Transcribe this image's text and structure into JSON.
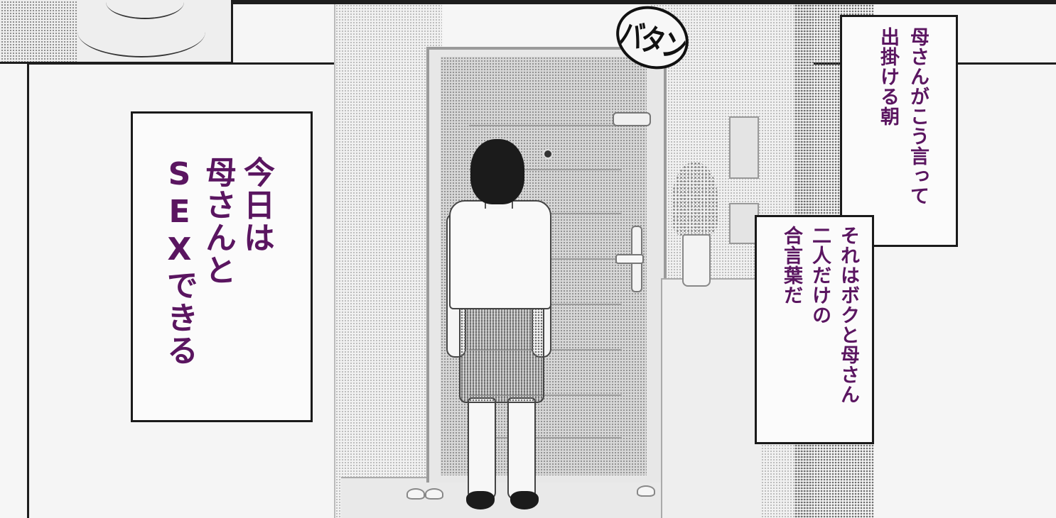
{
  "panels": {
    "caption_main": {
      "lines": [
        "今日は",
        "母さんと",
        "SEXできる"
      ]
    },
    "caption_top_right": {
      "lines": [
        "母さんがこう言って",
        "出掛ける朝"
      ]
    },
    "caption_middle_right": {
      "lines": [
        "それはボクと母さん",
        "二人だけの",
        "合言葉だ"
      ]
    },
    "sound_effect": {
      "text": "バタン"
    }
  },
  "colors": {
    "caption_text": "#5a1560",
    "ink": "#1a1a1a"
  }
}
